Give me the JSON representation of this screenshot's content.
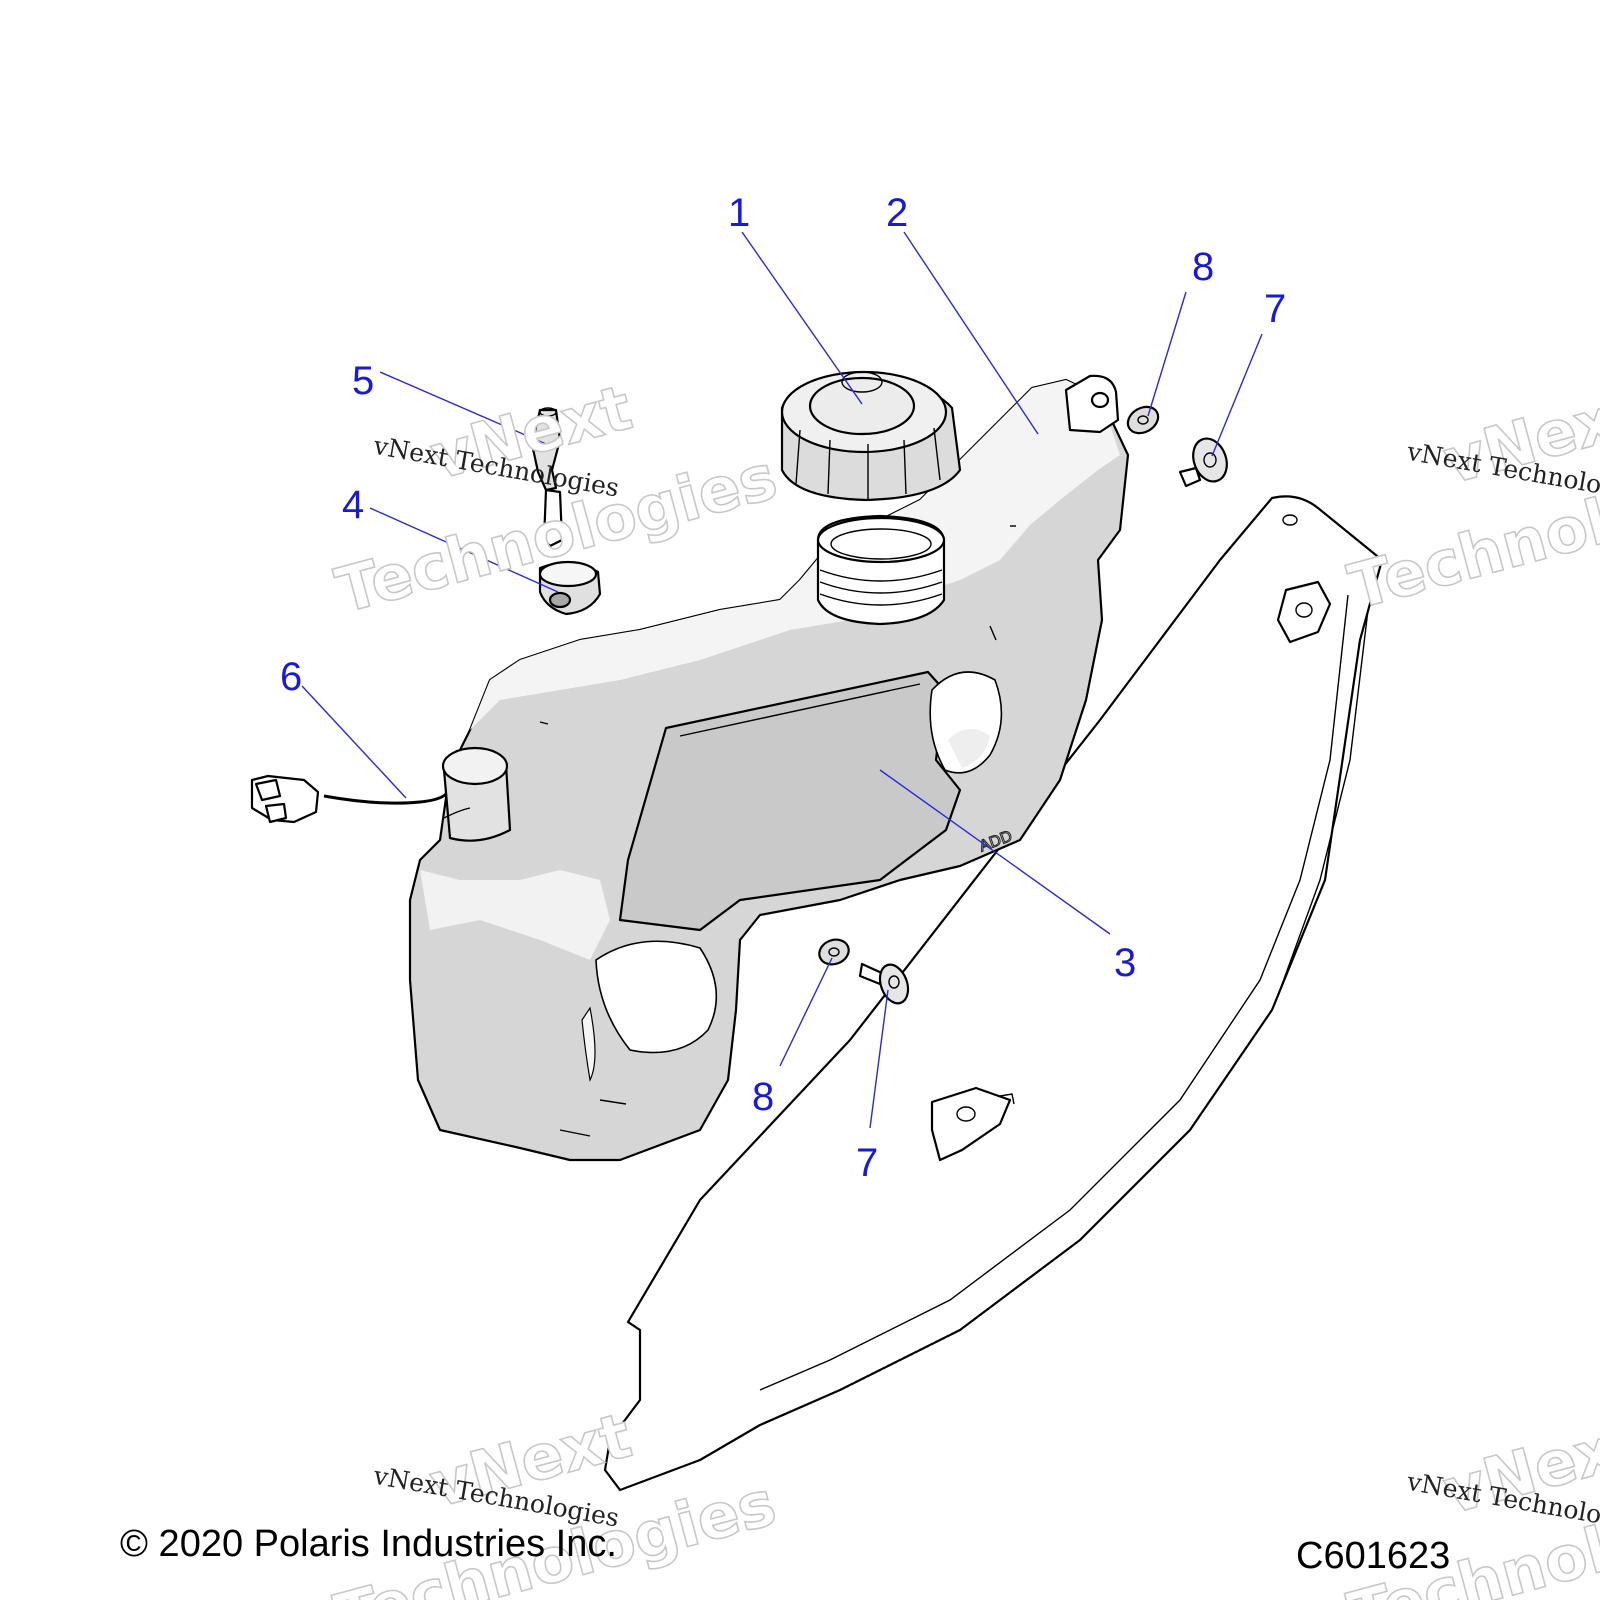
{
  "callouts": [
    "1",
    "2",
    "8",
    "7",
    "5",
    "4",
    "6",
    "3",
    "8",
    "7"
  ],
  "watermark": {
    "line_small": "vNext Technologies",
    "line_big_1": "vNext",
    "line_big_2": "Technologies"
  },
  "footer": {
    "copyright": "© 2020 Polaris Industries Inc.",
    "diagram_code": "C601623"
  },
  "colors": {
    "callout": "#1a1ad6",
    "part_fill": "#d9d9d9",
    "part_light": "#f2f2f2"
  }
}
